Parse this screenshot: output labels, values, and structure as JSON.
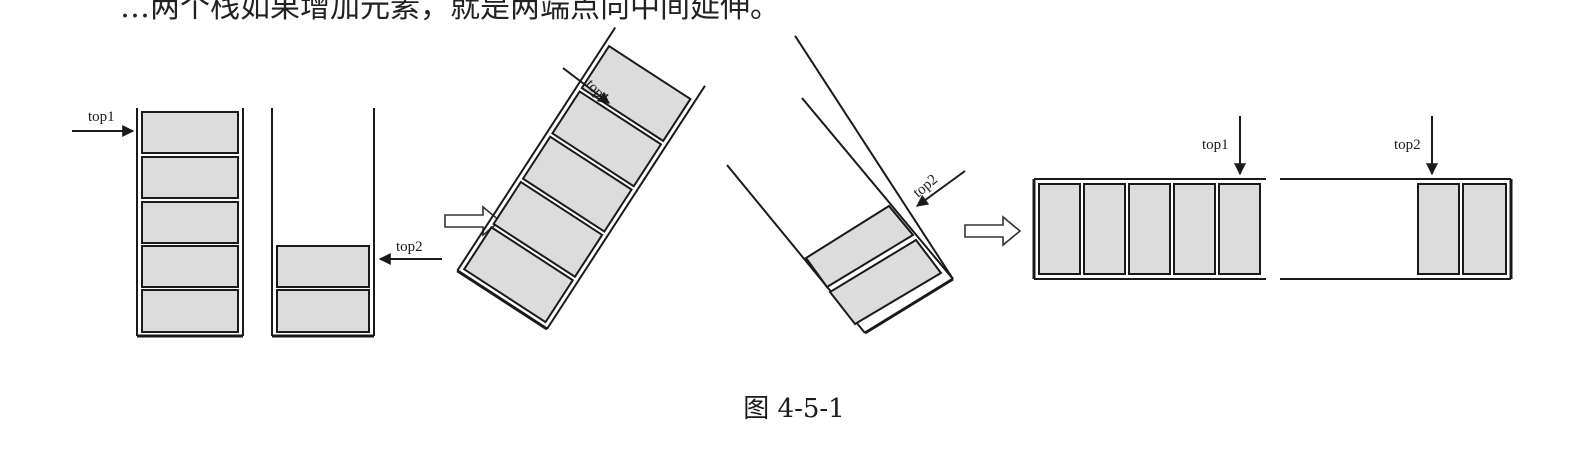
{
  "figure": {
    "top_text": "…两个栈如果增加元素，就是两端点向中间延伸。",
    "caption": "图 4-5-1",
    "labels": {
      "top1": "top1",
      "top2": "top2"
    },
    "colors": {
      "cell_fill": "#dcdcdc",
      "line": "#1a1a1a",
      "arrow_outline": "#333333"
    }
  }
}
